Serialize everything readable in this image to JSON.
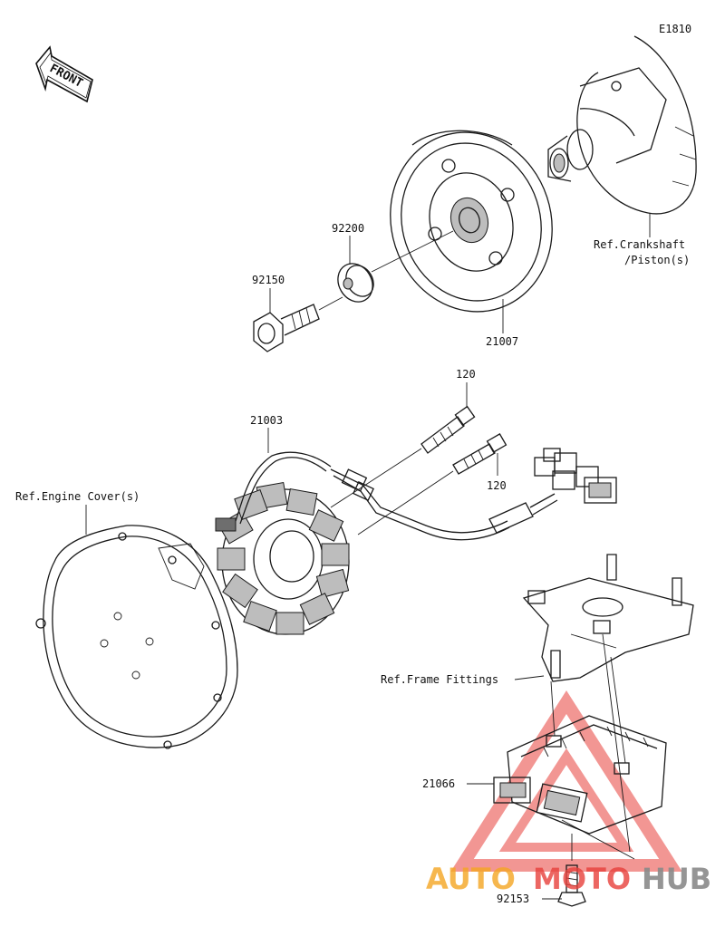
{
  "diagram_code": "E1810",
  "front_label": "FRONT",
  "parts": {
    "p21007": "21007",
    "p92200": "92200",
    "p92150": "92150",
    "p21003": "21003",
    "p120a": "120",
    "p120b": "120",
    "p21066": "21066",
    "p92153": "92153"
  },
  "refs": {
    "crankshaft_line1": "Ref.Crankshaft",
    "crankshaft_line2": "/Piston(s)",
    "engine_cover": "Ref.Engine Cover(s)",
    "frame_fittings": "Ref.Frame Fittings"
  },
  "watermark": {
    "part1": "AUTO",
    "part2": "MOTO",
    "part3": "HUB",
    "color_red": "#e8413c",
    "color_orange": "#f5a623",
    "color_gray": "#8a8a8a"
  }
}
